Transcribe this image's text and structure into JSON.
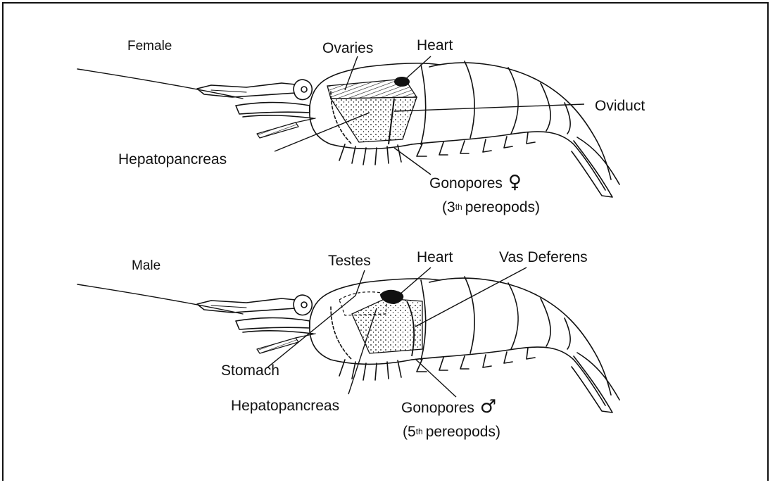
{
  "female": {
    "sex_label": "Female",
    "labels": {
      "ovaries": "Ovaries",
      "heart": "Heart",
      "oviduct": "Oviduct",
      "hepatopancreas": "Hepatopancreas",
      "gonopores": "Gonopores",
      "gonopores_symbol": "♀",
      "pereopods_open": "(3",
      "pereopods_sup": "th",
      "pereopods_close": "pereopods)"
    }
  },
  "male": {
    "sex_label": "Male",
    "labels": {
      "testes": "Testes",
      "heart": "Heart",
      "vas_deferens": "Vas Deferens",
      "stomach": "Stomach",
      "hepatopancreas": "Hepatopancreas",
      "gonopores": "Gonopores",
      "gonopores_symbol": "♂",
      "pereopods_open": "(5",
      "pereopods_sup": "th",
      "pereopods_close": "pereopods)"
    }
  },
  "colors": {
    "ink": "#111111",
    "background": "#ffffff",
    "border": "#111111"
  }
}
